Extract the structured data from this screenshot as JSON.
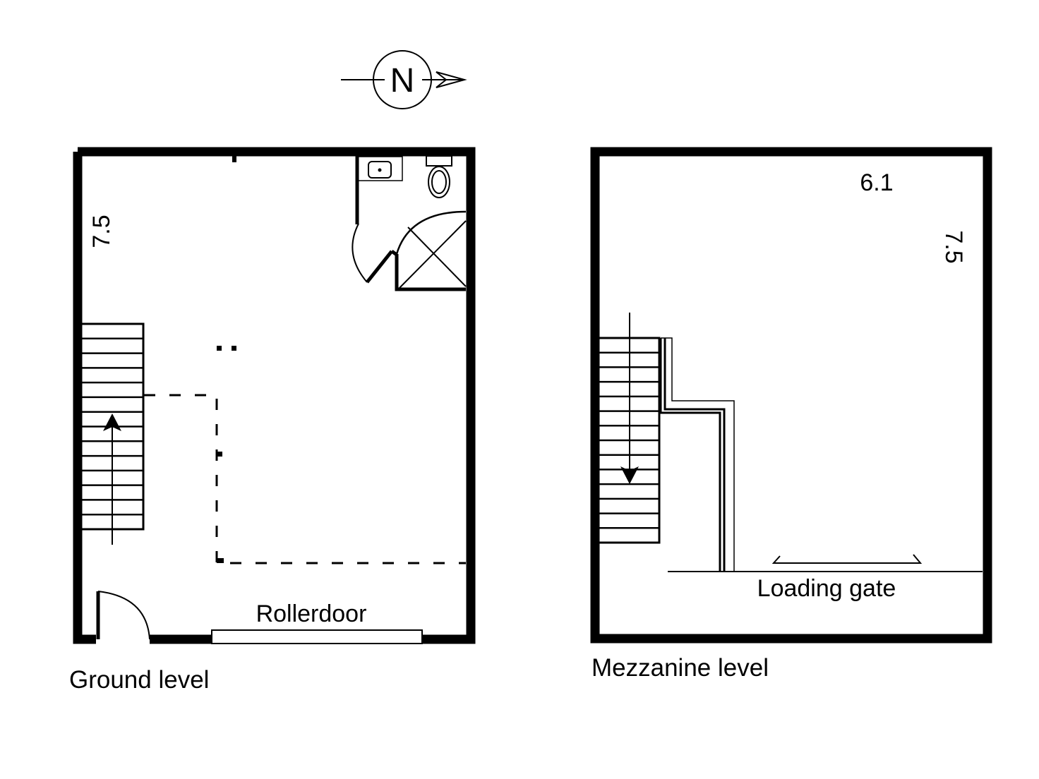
{
  "compass": {
    "letter": "N",
    "direction": "right"
  },
  "ground_level": {
    "title": "Ground level",
    "dimension_depth": "7.5",
    "rollerdoor_label": "Rollerdoor",
    "stair_direction": "up",
    "stair_treads": 14,
    "fixtures": [
      "basin",
      "toilet",
      "shower",
      "bathroom-door",
      "entry-door",
      "rollerdoor"
    ]
  },
  "mezzanine_level": {
    "title": "Mezzanine level",
    "dimension_width": "6.1",
    "dimension_depth": "7.5",
    "loading_gate_label": "Loading gate",
    "stair_direction": "down",
    "stair_treads": 14
  },
  "colors": {
    "ink": "#000000",
    "paper": "#ffffff"
  }
}
